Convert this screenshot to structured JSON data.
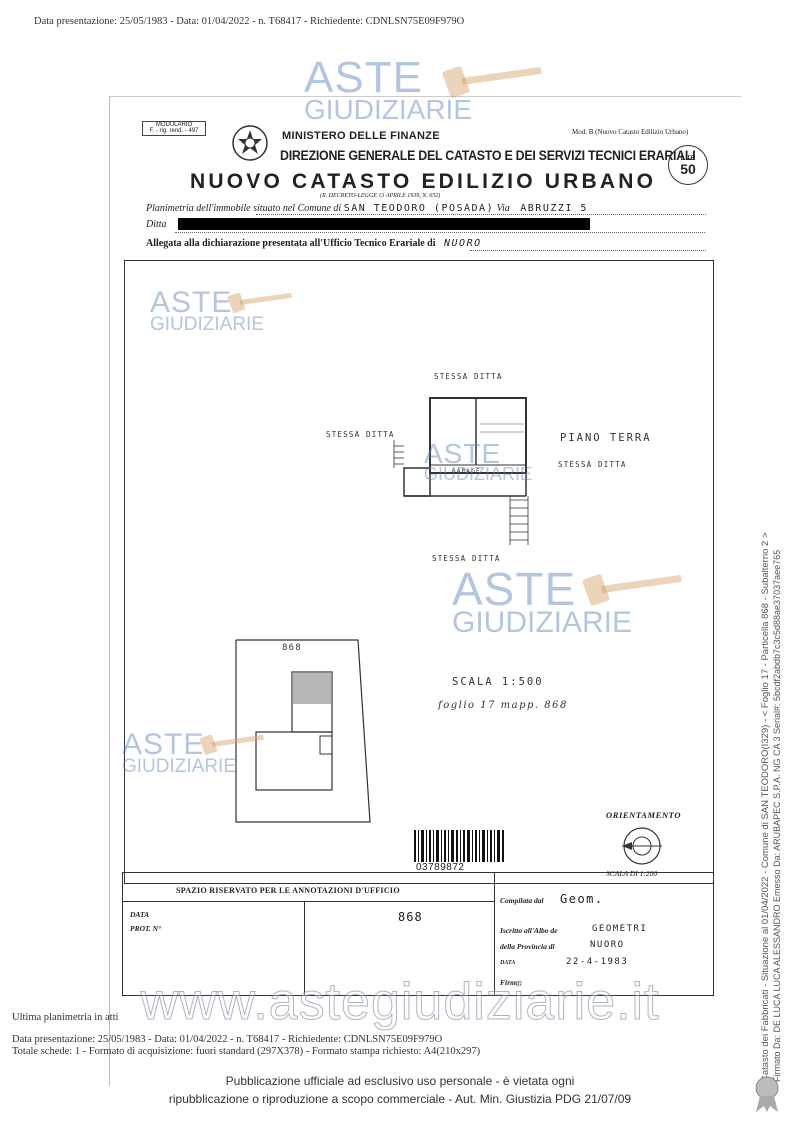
{
  "top_meta": "Data presentazione: 25/05/1983 - Data: 01/04/2022 - n. T68417 - Richiedente: CDNLSN75E09F979O",
  "header": {
    "modulario": "MODULARIO",
    "modulario_code": "F. - rig. rend. - 497",
    "ministry": "MINISTERO DELLE FINANZE",
    "direzione": "DIREZIONE GENERALE DEL CATASTO E DEI SERVIZI TECNICI ERARIALI",
    "title": "NUOVO CATASTO EDILIZIO URBANO",
    "mod_b": "Mod. B (Nuovo Catasto Edilizio Urbano)",
    "lire_label": "Lire",
    "lire_value": "50",
    "decreto": "(R. DECRETO-LEGGE 13 APRILE 1939, N. 652)"
  },
  "form": {
    "planimetria_label": "Planimetria dell'immobile situato nel Comune di",
    "comune_value": "SAN TEODORO (POSADA)",
    "via_label": "Via",
    "via_value": "ABRUZZI 5",
    "ditta_label": "Ditta",
    "allegata_label": "Allegata alla dichiarazione presentata all'Ufficio Tecnico Erariale di",
    "ufficio_value": "NUORO"
  },
  "plan": {
    "stessa_ditta_top": "STESSA DITTA",
    "stessa_ditta_left": "STESSA DITTA",
    "stessa_ditta_right": "STESSA DITTA",
    "stessa_ditta_bottom": "STESSA DITTA",
    "piano_terra": "PIANO TERRA",
    "garage": "GARAGE",
    "parcel": "868",
    "scala": "SCALA 1:500",
    "foglio": "foglio 17 mapp. 868",
    "orientamento": "ORIENTAMENTO",
    "scala_bottom": "SCALA DI 1:200",
    "barcode_number": "03789872"
  },
  "table": {
    "spazio": "SPAZIO RISERVATO PER LE ANNOTAZIONI D'UFFICIO",
    "data_label": "DATA",
    "prot_label": "PROT. N°",
    "prot_value": "868",
    "compilata_label": "Compilata dal",
    "compilata_value": "Geom.",
    "iscritto_label": "Iscritto all'Albo de",
    "iscritto_value": "GEOMETRI",
    "provincia_label": "della Provincia di",
    "provincia_value": "NUORO",
    "data2_label": "DATA",
    "data2_value": "22-4-1983",
    "firma_label": "Firma:"
  },
  "footer": {
    "ultima": "Ultima planimetria in atti",
    "line1": "Data presentazione: 25/05/1983 - Data: 01/04/2022 - n. T68417 - Richiedente: CDNLSN75E09F979O",
    "line2": "Totale schede: 1 - Formato di acquisizione: fuori standard (297X378) - Formato stampa richiesto: A4(210x297)",
    "pub1": "Pubblicazione ufficiale ad esclusivo uso personale - è vietata ogni",
    "pub2": "ripubblicazione o riproduzione a scopo commerciale - Aut. Min. Giustizia PDG 21/07/09"
  },
  "side": {
    "line1": "Catasto dei Fabbricati - Situazione al 01/04/2022 - Comune di SAN TEODORO(I329) - < Foglio 17 - Particella 868 - Subalterno 2 >",
    "line2": "Firmato Da: DE LUCA LUCA ALESSANDRO Emesso Da: ARUBAPEC S.P.A. NG CA 3 Serial#: 5bcdf2abdb7c3c5d88ae37037aee765"
  },
  "watermarks": {
    "aste": "ASTE",
    "giudiziarie": "GIUDIZIARIE",
    "site": "www.astegiudiziarie.it"
  }
}
